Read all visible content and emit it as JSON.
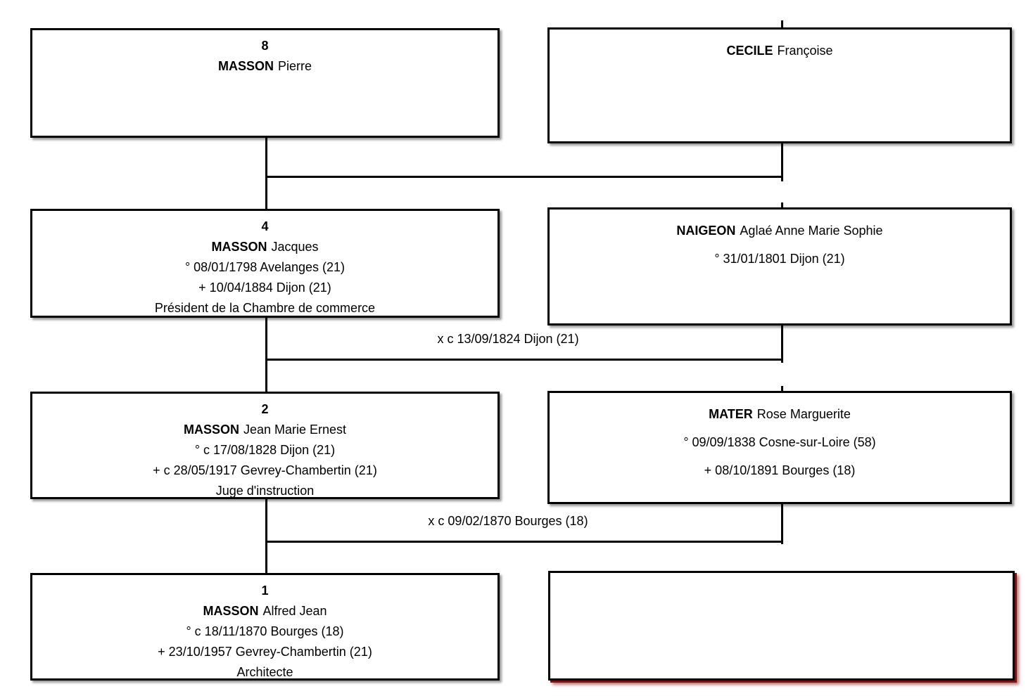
{
  "diagram": {
    "type": "family-tree-ancestor-chart",
    "background_color": "#ffffff",
    "line_color": "#000000",
    "box_border_color": "#000000",
    "box_shadow_color": "#787878",
    "highlight_shadow_color": "#6f1818"
  },
  "people": {
    "p8": {
      "sosa": "8",
      "surname": "MASSON",
      "given": "Pierre"
    },
    "cecile": {
      "surname": "CECILE",
      "given": "Françoise"
    },
    "p4": {
      "sosa": "4",
      "surname": "MASSON",
      "given": "Jacques",
      "birth": "° 08/01/1798 Avelanges (21)",
      "death": "+ 10/04/1884 Dijon (21)",
      "occupation": "Président de la Chambre de commerce"
    },
    "naigeon": {
      "surname": "NAIGEON",
      "given": "Aglaé Anne Marie Sophie",
      "birth": "° 31/01/1801 Dijon (21)"
    },
    "p2": {
      "sosa": "2",
      "surname": "MASSON",
      "given": "Jean Marie Ernest",
      "birth": "° c 17/08/1828 Dijon (21)",
      "death": "+ c 28/05/1917 Gevrey-Chambertin (21)",
      "occupation": "Juge d'instruction"
    },
    "mater": {
      "surname": "MATER",
      "given": "Rose Marguerite",
      "birth": "° 09/09/1838 Cosne-sur-Loire (58)",
      "death": "+ 08/10/1891 Bourges (18)"
    },
    "p1": {
      "sosa": "1",
      "surname": "MASSON",
      "given": "Alfred Jean",
      "birth": "° c 18/11/1870 Bourges (18)",
      "death": "+ 23/10/1957 Gevrey-Chambertin (21)",
      "occupation": "Architecte"
    }
  },
  "marriages": {
    "m_gen2": "x c 13/09/1824 Dijon (21)",
    "m_gen3": "x c 09/02/1870 Bourges (18)"
  }
}
